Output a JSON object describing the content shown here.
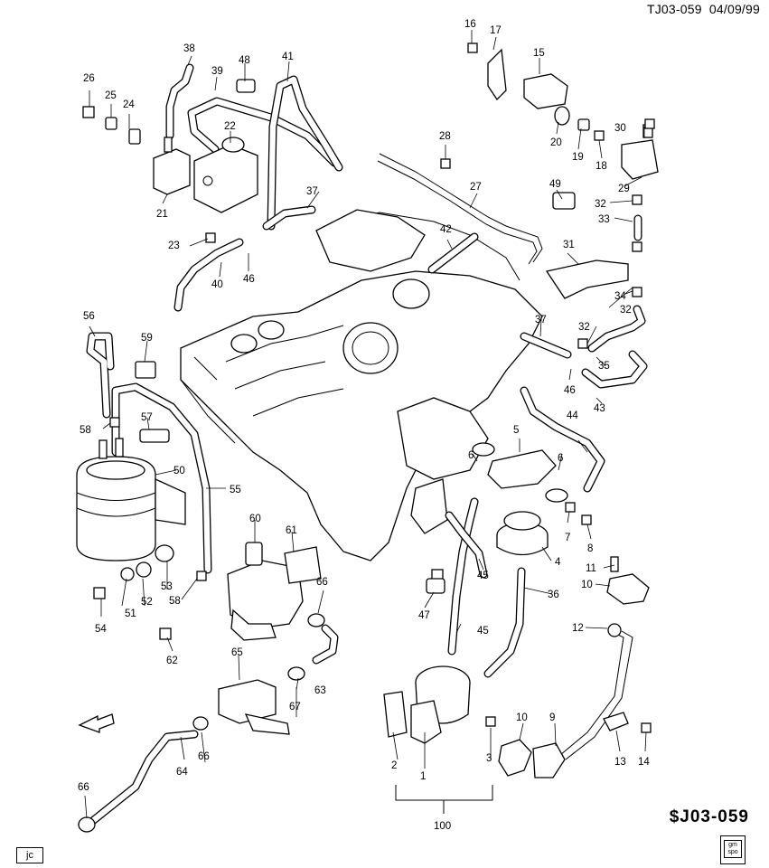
{
  "header": {
    "code": "TJ03-059",
    "date": "04/09/99"
  },
  "footer": {
    "diagram_code": "$J03-059",
    "initials": "jc",
    "logo_line1": "gm",
    "logo_line2": "spo"
  },
  "fwd_label": "FWD",
  "callouts": [
    {
      "n": "1"
    },
    {
      "n": "2"
    },
    {
      "n": "3"
    },
    {
      "n": "4"
    },
    {
      "n": "5"
    },
    {
      "n": "6"
    },
    {
      "n": "6"
    },
    {
      "n": "7"
    },
    {
      "n": "8"
    },
    {
      "n": "9"
    },
    {
      "n": "10"
    },
    {
      "n": "10"
    },
    {
      "n": "11"
    },
    {
      "n": "12"
    },
    {
      "n": "13"
    },
    {
      "n": "14"
    },
    {
      "n": "15"
    },
    {
      "n": "16"
    },
    {
      "n": "17"
    },
    {
      "n": "18"
    },
    {
      "n": "19"
    },
    {
      "n": "20"
    },
    {
      "n": "21"
    },
    {
      "n": "22"
    },
    {
      "n": "23"
    },
    {
      "n": "24"
    },
    {
      "n": "25"
    },
    {
      "n": "26"
    },
    {
      "n": "27"
    },
    {
      "n": "28"
    },
    {
      "n": "29"
    },
    {
      "n": "30"
    },
    {
      "n": "31"
    },
    {
      "n": "32"
    },
    {
      "n": "32"
    },
    {
      "n": "32"
    },
    {
      "n": "33"
    },
    {
      "n": "34"
    },
    {
      "n": "35"
    },
    {
      "n": "36"
    },
    {
      "n": "37"
    },
    {
      "n": "37"
    },
    {
      "n": "38"
    },
    {
      "n": "39"
    },
    {
      "n": "40"
    },
    {
      "n": "41"
    },
    {
      "n": "42"
    },
    {
      "n": "43"
    },
    {
      "n": "44"
    },
    {
      "n": "45"
    },
    {
      "n": "45"
    },
    {
      "n": "46"
    },
    {
      "n": "46"
    },
    {
      "n": "47"
    },
    {
      "n": "48"
    },
    {
      "n": "49"
    },
    {
      "n": "50"
    },
    {
      "n": "51"
    },
    {
      "n": "52"
    },
    {
      "n": "53"
    },
    {
      "n": "54"
    },
    {
      "n": "55"
    },
    {
      "n": "56"
    },
    {
      "n": "57"
    },
    {
      "n": "58"
    },
    {
      "n": "58"
    },
    {
      "n": "59"
    },
    {
      "n": "60"
    },
    {
      "n": "61"
    },
    {
      "n": "62"
    },
    {
      "n": "63"
    },
    {
      "n": "64"
    },
    {
      "n": "65"
    },
    {
      "n": "66"
    },
    {
      "n": "66"
    },
    {
      "n": "66"
    },
    {
      "n": "67"
    },
    {
      "n": "100"
    }
  ]
}
